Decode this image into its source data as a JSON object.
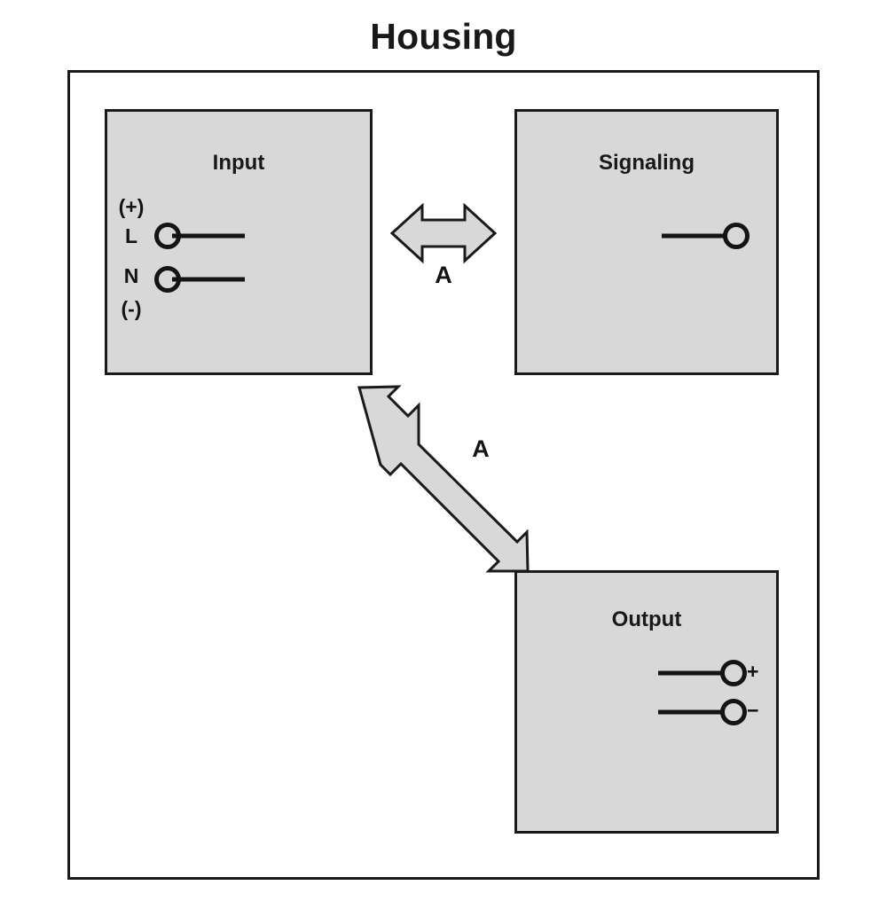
{
  "diagram": {
    "title": "Housing",
    "housing_frame": {
      "name": "housing-outline"
    },
    "colors": {
      "block_fill": "#d8d8d8",
      "stroke": "#1a1a1a",
      "arrow_fill": "#d8d8d8",
      "background": "#ffffff",
      "text": "#191919"
    },
    "blocks": [
      {
        "id": "input",
        "title": "Input",
        "terminals": [
          {
            "label": "L",
            "symbol": "circle-terminal",
            "side": "left"
          },
          {
            "label": "N",
            "symbol": "circle-terminal",
            "side": "left"
          }
        ],
        "polarity_labels": [
          {
            "text": "(+)",
            "position": "above-L"
          },
          {
            "text": "(-)",
            "position": "below-N"
          }
        ]
      },
      {
        "id": "signaling",
        "title": "Signaling",
        "terminals": [
          {
            "label": "",
            "symbol": "circle-terminal",
            "side": "right"
          }
        ],
        "polarity_labels": []
      },
      {
        "id": "output",
        "title": "Output",
        "terminals": [
          {
            "label": "+",
            "symbol": "circle-terminal",
            "side": "right"
          },
          {
            "label": "−",
            "symbol": "circle-terminal",
            "side": "right"
          }
        ],
        "polarity_labels": []
      }
    ],
    "arrows": [
      {
        "id": "arrow-input-signaling",
        "label": "A",
        "style": "double-headed",
        "orientation": "horizontal",
        "connects": [
          "input",
          "signaling"
        ]
      },
      {
        "id": "arrow-input-output",
        "label": "A",
        "style": "double-headed",
        "orientation": "diagonal",
        "connects": [
          "input",
          "output"
        ]
      }
    ]
  }
}
